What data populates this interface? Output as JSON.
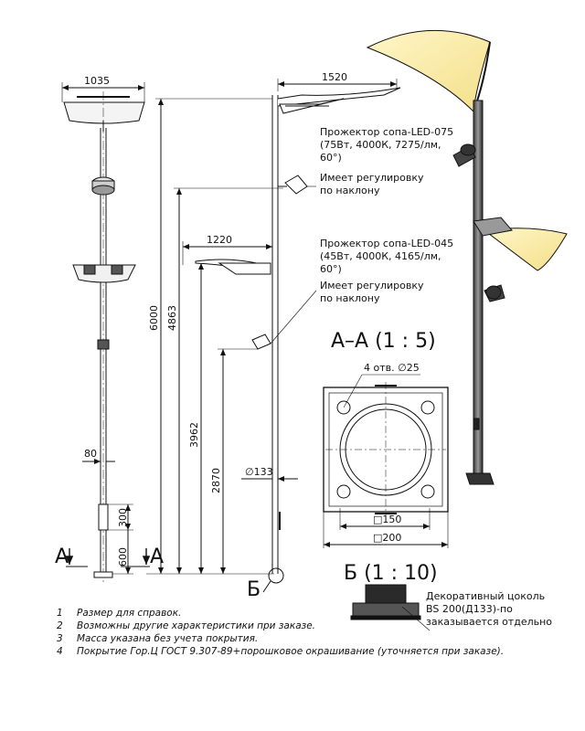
{
  "dimensions": {
    "top_width": "1035",
    "arm_upper": "1520",
    "arm_lower": "1220",
    "total_height": "6000",
    "upper_arm_height": "4863",
    "lower_arm_height": "3962",
    "lower_proj_height": "2870",
    "pole_diameter": "∅133",
    "base_width": "80",
    "hatch_height": "300",
    "hatch_offset": "600"
  },
  "section_marks": {
    "left": "A",
    "right": "A",
    "detail_letter": "Б"
  },
  "projector_upper": {
    "name": "Прожектор сопа-LED-075",
    "spec_line1": "(75Вт, 4000К, 7275/лм,",
    "spec_line2": "60°)",
    "tilt_line1": "Имеет регулировку",
    "tilt_line2": "по наклону"
  },
  "projector_lower": {
    "name": "Прожектор сопа-LED-045",
    "spec_line1": "(45Вт, 4000К, 4165/лм,",
    "spec_line2": "60°)",
    "tilt_line1": "Имеет регулировку",
    "tilt_line2": "по наклону"
  },
  "section_aa": {
    "title": "А–А (1 : 5)",
    "holes": "4 отв. ∅25",
    "inner": "□150",
    "outer": "□200"
  },
  "detail_b": {
    "title": "Б (1 : 10)",
    "line1": "Декоративный цоколь",
    "line2": "BS 200(Д133)-по",
    "line3": "заказывается отдельно"
  },
  "notes": [
    {
      "num": "1",
      "text": "Размер для справок."
    },
    {
      "num": "2",
      "text": "Возможны другие характеристики при заказе."
    },
    {
      "num": "3",
      "text": "Масса указана без учета покрытия."
    },
    {
      "num": "4",
      "text": "Покрытие Гор.Ц ГОСТ 9.307-89+порошковое окрашивание (уточняется при заказе)."
    }
  ]
}
